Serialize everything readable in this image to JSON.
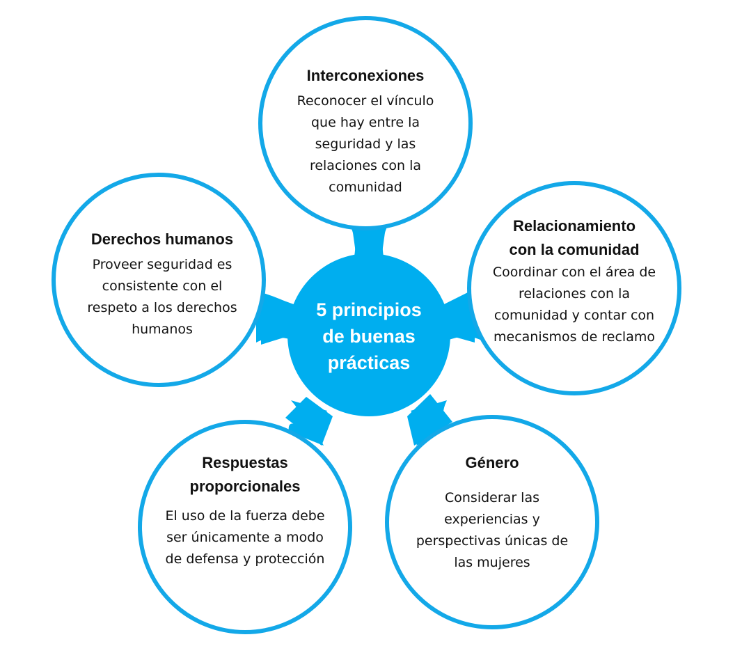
{
  "diagram": {
    "type": "hub-and-spoke",
    "colors": {
      "accent": "#00aeef",
      "ring": "#13a8e8",
      "text": "#111111",
      "hub_text": "#ffffff",
      "background": "#ffffff"
    },
    "hub": {
      "label": "5 principios de buenas prácticas"
    },
    "nodes": [
      {
        "id": "top",
        "title": "Interconexiones",
        "description": "Reconocer el vínculo que hay entre la seguridad y las relaciones con la comunidad"
      },
      {
        "id": "left",
        "title": "Derechos humanos",
        "description": "Proveer seguridad es consistente con el respeto a los derechos humanos"
      },
      {
        "id": "right",
        "title": "Relacionamiento con la comunidad",
        "description": "Coordinar con el área de relaciones con la comunidad y contar con mecanismos de reclamo"
      },
      {
        "id": "bottom-left",
        "title": "Respuestas proporcionales",
        "description": "El uso de la fuerza debe ser únicamente a modo de defensa y protección"
      },
      {
        "id": "bottom-right",
        "title": "Género",
        "description": "Considerar las experiencias y perspectivas únicas de las mujeres"
      }
    ]
  }
}
